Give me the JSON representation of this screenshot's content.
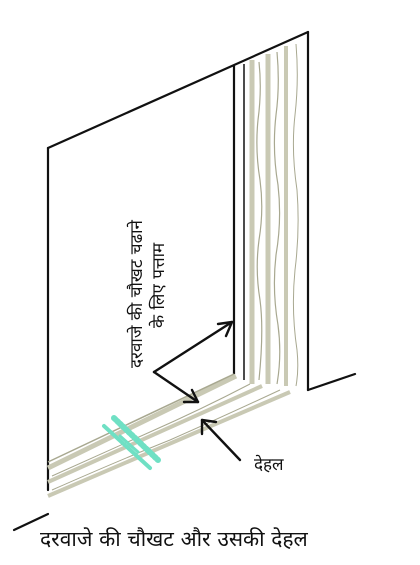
{
  "diagram": {
    "labels": {
      "frame_note_line1": "दरवाजे की चौखट चढाने",
      "frame_note_line2": "के लिए पत्ताम",
      "threshold": "देहल",
      "caption": "दरवाजे की चौखट और उसकी देहल"
    },
    "colors": {
      "line": "#111111",
      "wood": "#c9c9b4",
      "wood_dark": "#a8a890",
      "clamp": "#6fe0c4",
      "background": "#ffffff"
    }
  }
}
